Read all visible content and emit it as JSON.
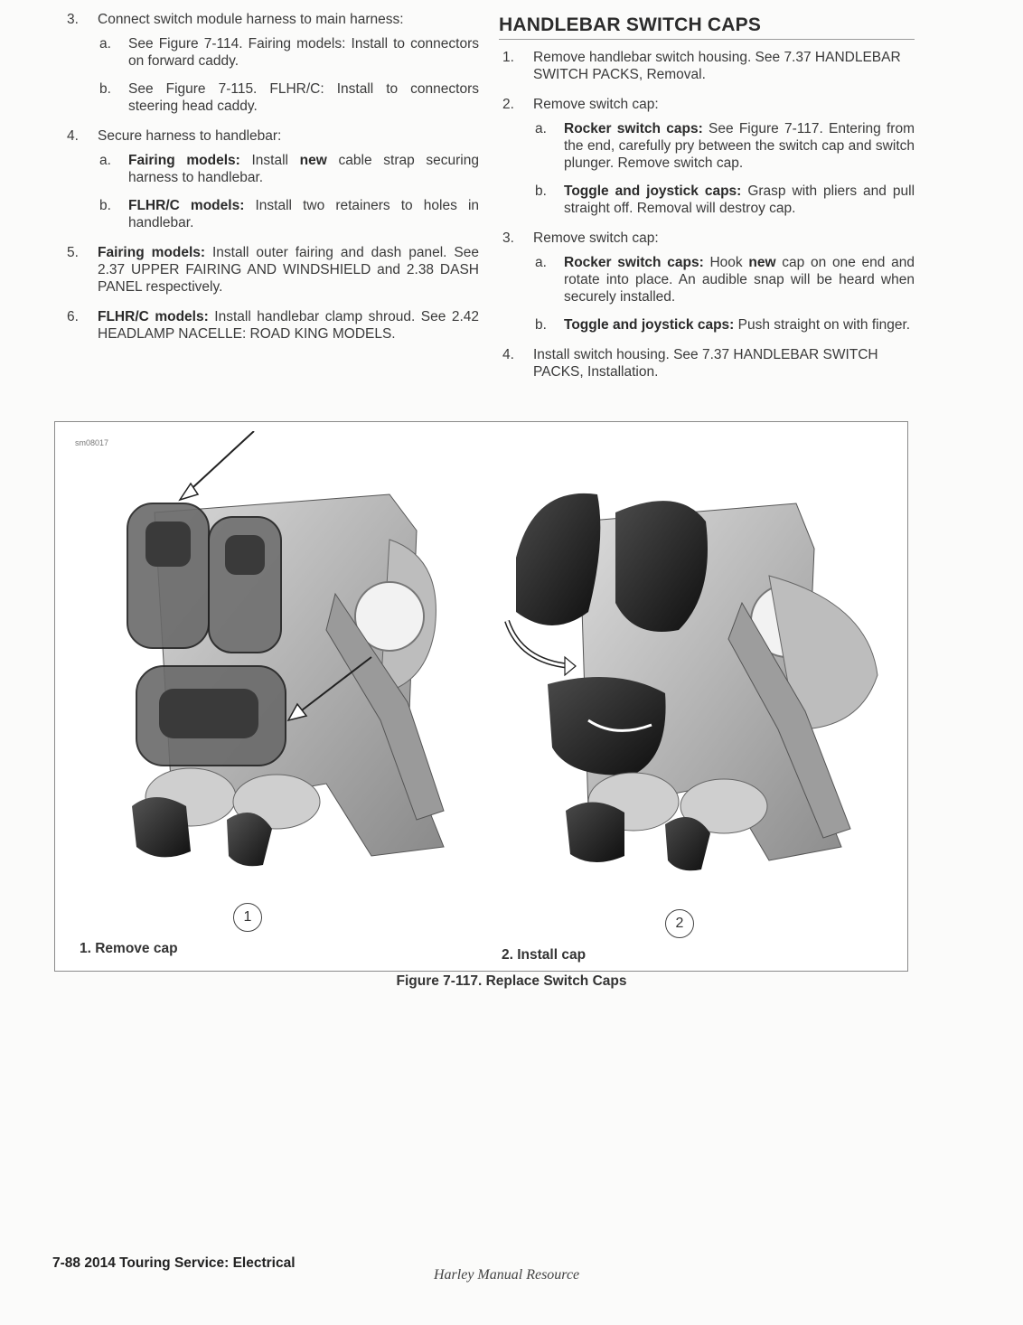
{
  "left_column": {
    "item3": {
      "num": "3.",
      "text": "Connect switch module harness to main harness:"
    },
    "item3a": {
      "num": "a.",
      "text": "See Figure 7-114. Fairing models: Install to connectors on forward caddy."
    },
    "item3b": {
      "num": "b.",
      "text": "See Figure 7-115. FLHR/C: Install to connectors steering head caddy."
    },
    "item4": {
      "num": "4.",
      "text": "Secure harness to handlebar:"
    },
    "item4a": {
      "num": "a.",
      "bold": "Fairing models:",
      "pre": "Install",
      "bold2": "new",
      "post": "cable strap securing harness to handlebar."
    },
    "item4b": {
      "num": "b.",
      "bold": "FLHR/C models:",
      "text": "Install two retainers to holes in handlebar."
    },
    "item5": {
      "num": "5.",
      "bold": "Fairing models:",
      "text": "Install outer fairing and dash panel. See 2.37 UPPER FAIRING AND WINDSHIELD and 2.38 DASH PANEL respectively."
    },
    "item6": {
      "num": "6.",
      "bold": "FLHR/C models:",
      "text": "Install handlebar clamp shroud. See 2.42 HEADLAMP NACELLE: ROAD KING MODELS."
    }
  },
  "right_column": {
    "title": "HANDLEBAR SWITCH CAPS",
    "item1": {
      "num": "1.",
      "text": "Remove handlebar switch housing. See 7.37 HANDLEBAR SWITCH PACKS, Removal."
    },
    "item2": {
      "num": "2.",
      "text": "Remove switch cap:"
    },
    "item2a": {
      "num": "a.",
      "bold": "Rocker switch caps:",
      "text": "See Figure 7-117. Entering from the end, carefully pry between the switch cap and switch plunger. Remove switch cap."
    },
    "item2b": {
      "num": "b.",
      "bold": "Toggle and joystick caps:",
      "text": "Grasp with pliers and pull straight off. Removal will destroy cap."
    },
    "item3": {
      "num": "3.",
      "text": "Remove switch cap:"
    },
    "item3a": {
      "num": "a.",
      "bold": "Rocker switch caps:",
      "pre": "Hook",
      "bold2": "new",
      "post": "cap on one end and rotate into place. An audible snap will be heard when securely installed."
    },
    "item3b": {
      "num": "b.",
      "bold": "Toggle and joystick caps:",
      "text": "Push straight on with finger."
    },
    "item4": {
      "num": "4.",
      "text": "Install switch housing. See 7.37 HANDLEBAR SWITCH PACKS, Installation."
    }
  },
  "figure": {
    "id": "sm08017",
    "callout1": "1",
    "callout2": "2",
    "legend1": "1.  Remove cap",
    "legend2": "2.  Install cap",
    "caption": "Figure 7-117. Replace Switch Caps"
  },
  "footer": {
    "left": "7-88  2014 Touring Service:  Electrical",
    "center": "Harley Manual Resource"
  }
}
